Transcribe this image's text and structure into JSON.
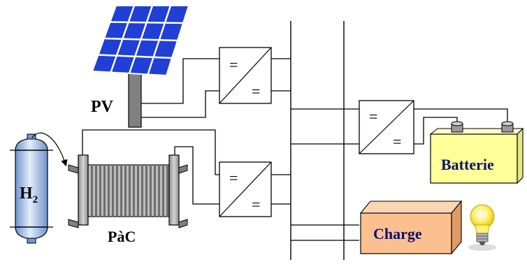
{
  "diagram": {
    "labels": {
      "pv": "PV",
      "hydrogen": "H",
      "hydrogen_subscript": "2",
      "fuel_cell": "PàC",
      "battery": "Batterie",
      "load": "Charge",
      "converter_symbol": "="
    },
    "colors": {
      "panel_cell": "#1f3fd6",
      "panel_grid": "#ffffff",
      "tank_light": "#dbe8fb",
      "tank_dark": "#7396cc",
      "fuel_cell_gray": "#a9a9a9",
      "battery_fill": "#ffff99",
      "load_fill": "#fac090",
      "bulb_yellow": "#fff27a"
    },
    "icons": [
      "solar-panel-icon",
      "hydrogen-tank-icon",
      "fuel-cell-icon",
      "battery-icon",
      "load-box-icon",
      "light-bulb-icon",
      "dc-dc-converter-icon"
    ]
  }
}
